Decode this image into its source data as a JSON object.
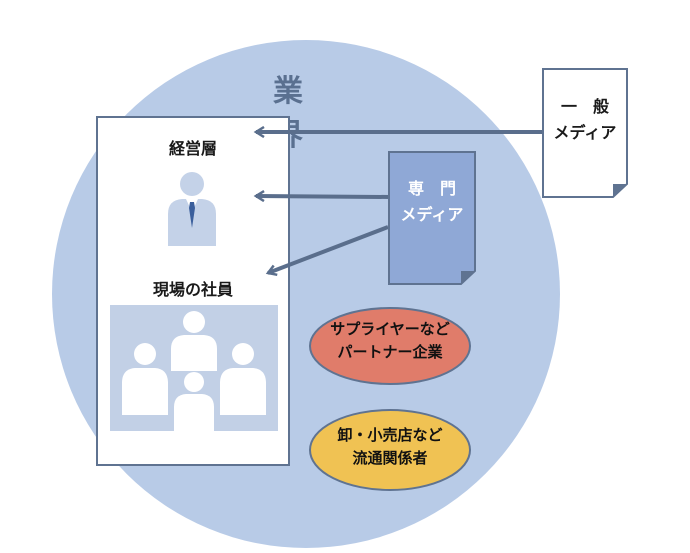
{
  "title": "業　界",
  "company": {
    "executive_label": "経営層",
    "staff_label": "現場の社員"
  },
  "general_media": {
    "line1": "一　般",
    "line2": "メディア"
  },
  "specialized_media": {
    "line1": "専　門",
    "line2": "メディア"
  },
  "partners": {
    "line1": "サプライヤーなど",
    "line2": "パートナー企業"
  },
  "retail": {
    "line1": "卸・小売店など",
    "line2": "流通関係者"
  },
  "colors": {
    "circle": "#b8cbe7",
    "arrow": "#5a6e8c",
    "box_border": "#5f7391",
    "specialized_fill": "#8fa8d6",
    "partner_fill": "#e07c6a",
    "retail_fill": "#f0c253",
    "person": "#c4d2e8"
  }
}
